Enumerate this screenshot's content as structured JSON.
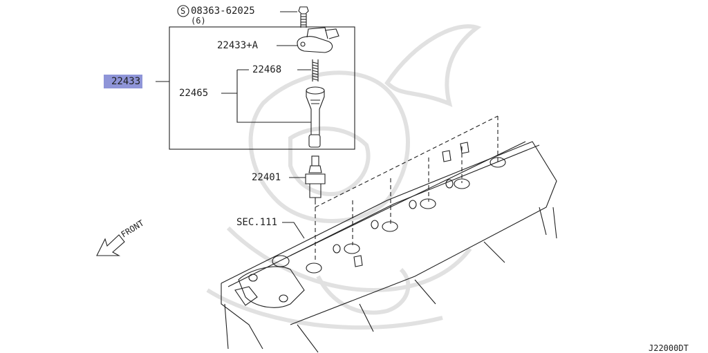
{
  "diagram": {
    "highlight_color": "#8f95d8",
    "line_color": "#1e1e1e",
    "watermark_color": "#dcdcdc",
    "labels": {
      "bolt_part": "08363-62025",
      "bolt_symbol": "S",
      "bolt_qty": "(6)",
      "sensor_part": "22433+A",
      "main_assembly": "22433",
      "spring_part": "22468",
      "coil_assembly": "22465",
      "spark_plug": "22401",
      "cover_ref": "SEC.111",
      "front": "FRONT",
      "diagram_code": "J22000DT"
    }
  }
}
